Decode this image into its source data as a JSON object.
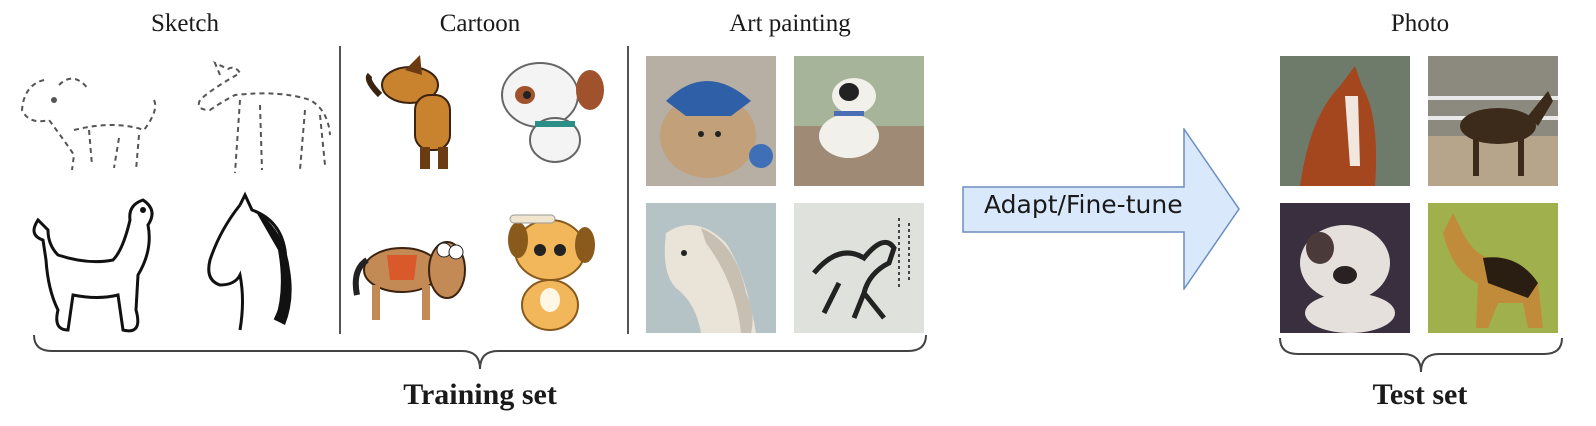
{
  "figure": {
    "domains": {
      "sketch": "Sketch",
      "cartoon": "Cartoon",
      "art_painting": "Art painting",
      "photo": "Photo"
    },
    "arrow_label": "Adapt/Fine-tune",
    "training_label": "Training set",
    "test_label": "Test set"
  },
  "colors": {
    "arrow_fill": "#dae8fc",
    "arrow_stroke": "#6c8ebf"
  }
}
